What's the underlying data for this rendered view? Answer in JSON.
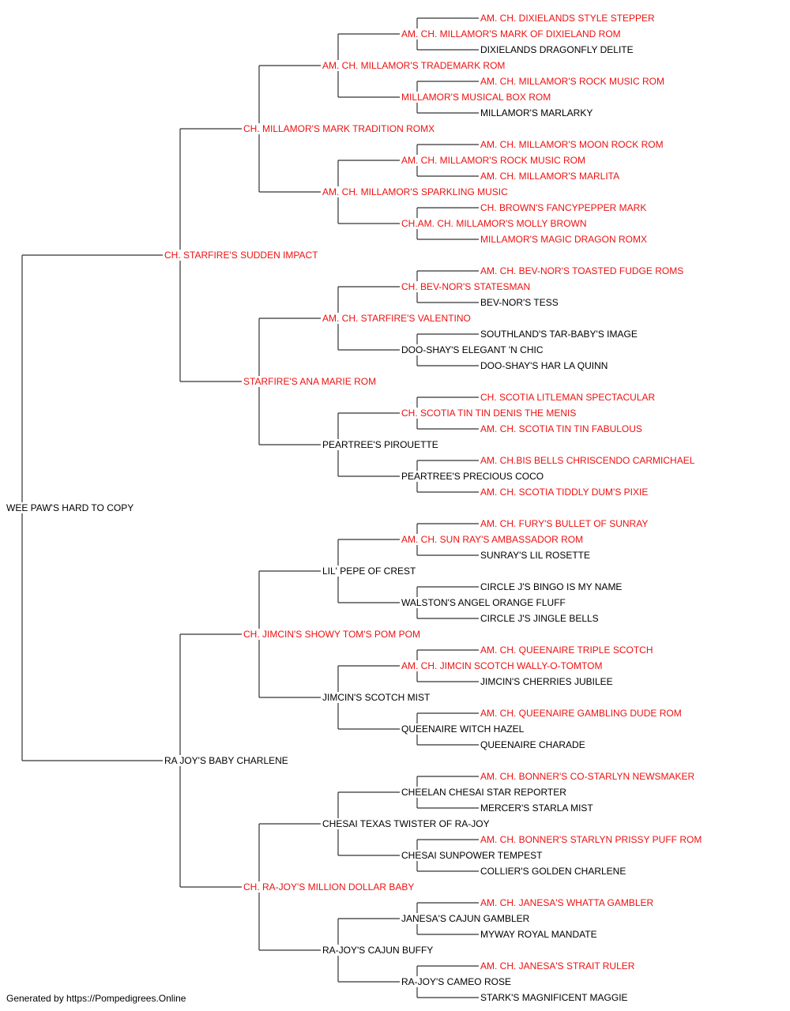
{
  "pedigree": {
    "subject": "WEE PAW'S HARD TO COPY",
    "gen1": [
      {
        "name": "CH. STARFIRE'S SUDDEN IMPACT",
        "champion": true
      },
      {
        "name": "RA JOY'S BABY CHARLENE",
        "champion": false
      }
    ],
    "gen2": [
      {
        "name": "CH. MILLAMOR'S MARK TRADITION ROMX",
        "champion": true
      },
      {
        "name": "STARFIRE'S ANA MARIE ROM",
        "champion": true
      },
      {
        "name": "CH. JIMCIN'S SHOWY TOM'S POM POM",
        "champion": true
      },
      {
        "name": "CH. RA-JOY'S MILLION DOLLAR BABY",
        "champion": true
      }
    ],
    "gen3": [
      {
        "name": "AM. CH. MILLAMOR'S TRADEMARK ROM",
        "champion": true
      },
      {
        "name": "AM. CH. MILLAMOR'S SPARKLING MUSIC",
        "champion": true
      },
      {
        "name": "AM. CH. STARFIRE'S VALENTINO",
        "champion": true
      },
      {
        "name": "PEARTREE'S PIROUETTE",
        "champion": false
      },
      {
        "name": "LIL' PEPE OF CREST",
        "champion": false
      },
      {
        "name": "JIMCIN'S SCOTCH MIST",
        "champion": false
      },
      {
        "name": "CHESAI TEXAS TWISTER OF RA-JOY",
        "champion": false
      },
      {
        "name": "RA-JOY'S CAJUN BUFFY",
        "champion": false
      }
    ],
    "gen4": [
      {
        "name": "AM. CH. MILLAMOR'S MARK OF DIXIELAND ROM",
        "champion": true
      },
      {
        "name": "MILLAMOR'S MUSICAL BOX ROM",
        "champion": true
      },
      {
        "name": "AM. CH. MILLAMOR'S ROCK MUSIC ROM",
        "champion": true
      },
      {
        "name": "CH.AM. CH. MILLAMOR'S MOLLY BROWN",
        "champion": true
      },
      {
        "name": "CH. BEV-NOR'S STATESMAN",
        "champion": true
      },
      {
        "name": "DOO-SHAY'S ELEGANT 'N CHIC",
        "champion": false
      },
      {
        "name": "CH. SCOTIA TIN TIN DENIS THE MENIS",
        "champion": true
      },
      {
        "name": "PEARTREE'S PRECIOUS COCO",
        "champion": false
      },
      {
        "name": "AM. CH. SUN RAY'S AMBASSADOR ROM",
        "champion": true
      },
      {
        "name": "WALSTON'S ANGEL ORANGE FLUFF",
        "champion": false
      },
      {
        "name": "AM. CH. JIMCIN SCOTCH WALLY-O-TOMTOM",
        "champion": true
      },
      {
        "name": "QUEENAIRE WITCH HAZEL",
        "champion": false
      },
      {
        "name": "CHEELAN CHESAI STAR REPORTER",
        "champion": false
      },
      {
        "name": "CHESAI SUNPOWER TEMPEST",
        "champion": false
      },
      {
        "name": "JANESA'S CAJUN GAMBLER",
        "champion": false
      },
      {
        "name": "RA-JOY'S CAMEO ROSE",
        "champion": false
      }
    ],
    "gen5": [
      {
        "name": "AM. CH. DIXIELANDS STYLE STEPPER",
        "champion": true
      },
      {
        "name": "DIXIELANDS DRAGONFLY DELITE",
        "champion": false
      },
      {
        "name": "AM. CH. MILLAMOR'S ROCK MUSIC ROM",
        "champion": true
      },
      {
        "name": "MILLAMOR'S MARLARKY",
        "champion": false
      },
      {
        "name": "AM. CH. MILLAMOR'S MOON ROCK ROM",
        "champion": true
      },
      {
        "name": "AM. CH. MILLAMOR'S MARLITA",
        "champion": true
      },
      {
        "name": "CH. BROWN'S FANCYPEPPER MARK",
        "champion": true
      },
      {
        "name": "MILLAMOR'S MAGIC DRAGON ROMX",
        "champion": true
      },
      {
        "name": "AM. CH. BEV-NOR'S TOASTED FUDGE ROMS",
        "champion": true
      },
      {
        "name": "BEV-NOR'S TESS",
        "champion": false
      },
      {
        "name": "SOUTHLAND'S TAR-BABY'S IMAGE",
        "champion": false
      },
      {
        "name": "DOO-SHAY'S HAR LA QUINN",
        "champion": false
      },
      {
        "name": "CH. SCOTIA LITLEMAN SPECTACULAR",
        "champion": true
      },
      {
        "name": "AM. CH. SCOTIA TIN TIN FABULOUS",
        "champion": true
      },
      {
        "name": "AM. CH.BIS BELLS CHRISCENDO CARMICHAEL",
        "champion": true
      },
      {
        "name": "AM. CH. SCOTIA TIDDLY DUM'S PIXIE",
        "champion": true
      },
      {
        "name": "AM. CH. FURY'S BULLET OF SUNRAY",
        "champion": true
      },
      {
        "name": "SUNRAY'S LIL ROSETTE",
        "champion": false
      },
      {
        "name": "CIRCLE J'S BINGO IS MY NAME",
        "champion": false
      },
      {
        "name": "CIRCLE J'S JINGLE BELLS",
        "champion": false
      },
      {
        "name": "AM. CH. QUEENAIRE TRIPLE SCOTCH",
        "champion": true
      },
      {
        "name": "JIMCIN'S CHERRIES JUBILEE",
        "champion": false
      },
      {
        "name": "AM. CH. QUEENAIRE GAMBLING DUDE ROM",
        "champion": true
      },
      {
        "name": "QUEENAIRE CHARADE",
        "champion": false
      },
      {
        "name": "AM. CH. BONNER'S CO-STARLYN NEWSMAKER",
        "champion": true
      },
      {
        "name": "MERCER'S STARLA MIST",
        "champion": false
      },
      {
        "name": "AM. CH. BONNER'S STARLYN PRISSY PUFF ROM",
        "champion": true
      },
      {
        "name": "COLLIER'S GOLDEN CHARLENE",
        "champion": false
      },
      {
        "name": "AM. CH. JANESA'S WHATTA GAMBLER",
        "champion": true
      },
      {
        "name": "MYWAY ROYAL MANDATE",
        "champion": false
      },
      {
        "name": "AM. CH. JANESA'S STRAIT RULER",
        "champion": true
      },
      {
        "name": "STARK'S MAGNIFICENT MAGGIE",
        "champion": false
      }
    ]
  },
  "colors": {
    "champion": "#ee1111",
    "plain": "#000000",
    "line": "#333333"
  },
  "footer": {
    "text": "Generated by https://Pompedigrees.Online"
  }
}
